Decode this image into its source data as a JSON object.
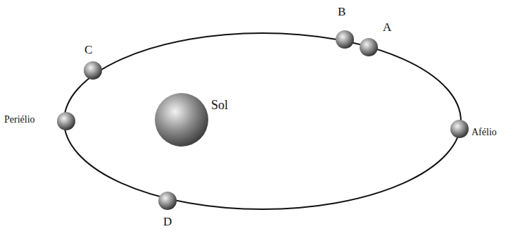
{
  "diagram": {
    "labels": [
      "B",
      "A",
      "C",
      "Periélio",
      "Sol",
      "Afélio",
      "D"
    ]
  }
}
